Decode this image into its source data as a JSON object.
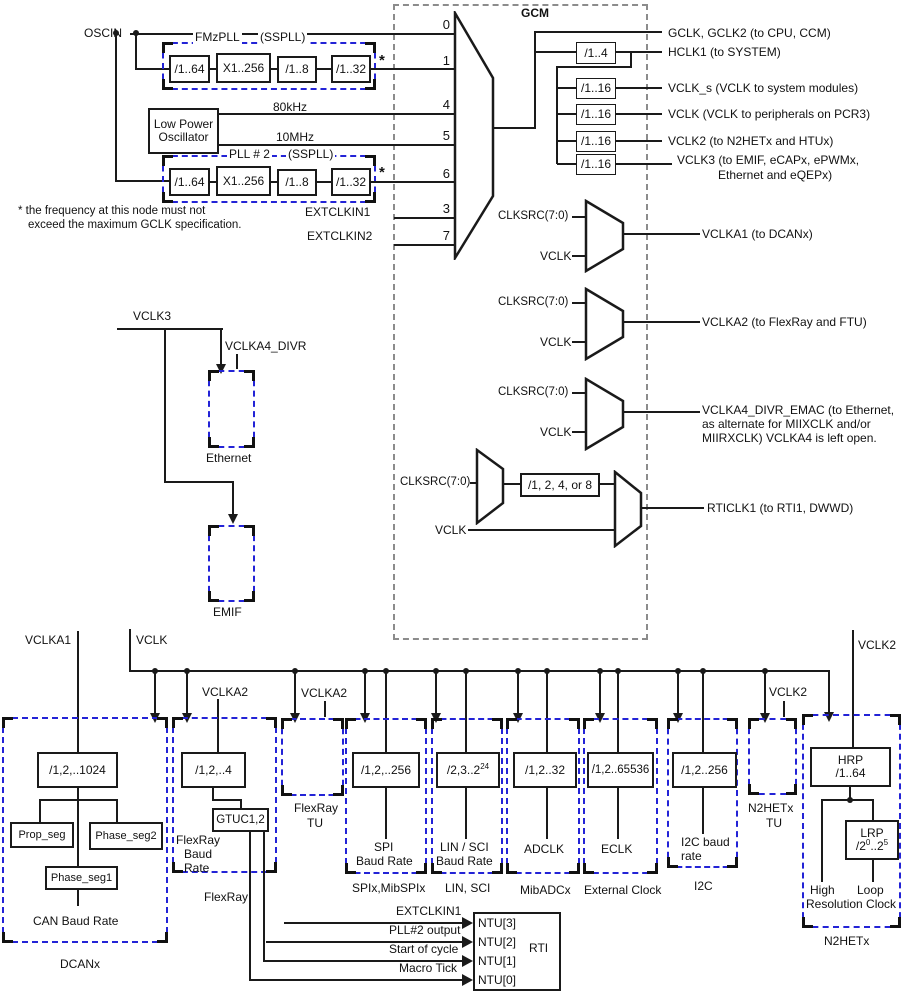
{
  "colors": {
    "line": "#1a1a1a",
    "module_dash": "#2323d6",
    "gcm_dash": "#8c8c8c"
  },
  "top": {
    "oscin": "OSCIN",
    "gcm_title": "GCM",
    "pll1": {
      "title": "FMzPLL",
      "subtitle": "(SSPLL)",
      "stages": [
        "/1..64",
        "X1..256",
        "/1..8",
        "/1..32"
      ],
      "star": "*"
    },
    "pll2": {
      "title": "PLL # 2",
      "subtitle": "(SSPLL)",
      "stages": [
        "/1..64",
        "X1..256",
        "/1..8",
        "/1..32"
      ],
      "star": "*"
    },
    "lpo": {
      "line1": "Low Power",
      "line2": "Oscillator",
      "out1": "80kHz",
      "out2": "10MHz"
    },
    "extclkin1": "EXTCLKIN1",
    "extclkin2": "EXTCLKIN2",
    "footnote1": "* the frequency at this node must not",
    "footnote2": "exceed the maximum GCLK specification.",
    "mux_inputs": [
      "0",
      "1",
      "4",
      "5",
      "6",
      "3",
      "7"
    ],
    "dividers": {
      "hclk": "/1..4",
      "vclk": "/1..16"
    },
    "outputs": [
      "GCLK, GCLK2 (to CPU, CCM)",
      "HCLK1 (to SYSTEM)",
      "VCLK_s (VCLK to system modules)",
      "VCLK (VCLK to peripherals on PCR3)",
      "VCLK2 (to N2HETx and HTUx)",
      "VCLK3 (to EMIF, eCAPx, ePWMx,",
      "Ethernet and eQEPx)"
    ]
  },
  "vclka": {
    "clksrc": "CLKSRC(7:0)",
    "vclk": "VCLK",
    "out1": "VCLKA1 (to DCANx)",
    "out2": "VCLKA2 (to FlexRay and FTU)",
    "out3a": "VCLKA4_DIVR_EMAC (to Ethernet,",
    "out3b": "as alternate for MIIXCLK and/or",
    "out3c": "MIIRXCLK) VCLKA4 is left open."
  },
  "rticlk": {
    "clksrc": "CLKSRC(7:0)",
    "vclk": "VCLK",
    "div": "/1, 2, 4, or 8",
    "out": "RTICLK1 (to RTI1, DWWD)"
  },
  "midleft": {
    "vclk3": "VCLK3",
    "vclka4_divr": "VCLKA4_DIVR",
    "ethernet": "Ethernet",
    "emif": "EMIF"
  },
  "bottom": {
    "vclka1": "VCLKA1",
    "vclk": "VCLK",
    "vclk2_top": "VCLK2",
    "dcan": {
      "div": "/1,2,..1024",
      "prop": "Prop_seg",
      "ph2": "Phase_seg2",
      "ph1": "Phase_seg1",
      "caption": "CAN Baud Rate",
      "label": "DCANx"
    },
    "frbr": {
      "vclka2": "VCLKA2",
      "div": "/1,2,..4",
      "gtuc": "GTUC1,2",
      "cap1": "FlexRay",
      "cap2": "Baud",
      "cap3": "Rate",
      "flexray_out": "FlexRay"
    },
    "frtu": {
      "vclka2": "VCLKA2",
      "cap1": "FlexRay",
      "cap2": "TU"
    },
    "spi": {
      "div": "/1,2,..256",
      "cap1": "SPI",
      "cap2": "Baud Rate",
      "label": "SPIx,MibSPIx"
    },
    "lin": {
      "div_base": "/2,3..2",
      "div_exp": "24",
      "cap1": "LIN / SCI",
      "cap2": "Baud Rate",
      "label": "LIN, SCI"
    },
    "adc": {
      "div": "/1,2..32",
      "cap": "ADCLK",
      "label": "MibADCx"
    },
    "eclk": {
      "div": "/1,2..65536",
      "cap": "ECLK",
      "label": "External Clock"
    },
    "i2c": {
      "div": "/1,2..256",
      "cap1": "I2C baud",
      "cap2": "rate",
      "label": "I2C"
    },
    "hettu": {
      "vclk2": "VCLK2",
      "cap1": "N2HETx",
      "cap2": "TU"
    },
    "het": {
      "hrp1": "HRP",
      "hrp2": "/1..64",
      "lrp1": "LRP",
      "lrp_b1": "/2",
      "lrp_s1": "0",
      "lrp_b2": "..2",
      "lrp_s2": "5",
      "high": "High",
      "loop": "Loop",
      "res": "Resolution Clock",
      "label": "N2HETx"
    },
    "rti": {
      "label": "RTI",
      "ntu": [
        "NTU[3]",
        "NTU[2]",
        "NTU[1]",
        "NTU[0]"
      ],
      "inputs": [
        "EXTCLKIN1",
        "PLL#2 output",
        "Start of cycle",
        "Macro Tick"
      ]
    }
  }
}
